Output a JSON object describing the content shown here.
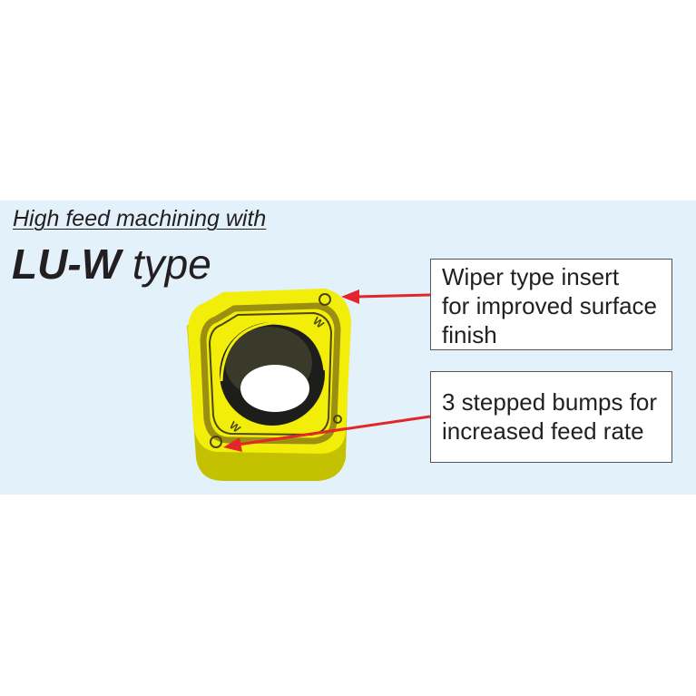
{
  "heading": {
    "subtitle": "High feed machining with",
    "title_bold": "LU-W",
    "title_light": "type"
  },
  "insert": {
    "face_color": "#f2ee0a",
    "edge_color": "#c4c200",
    "hole_color": "#1d1d1b",
    "marks": [
      "W",
      "W"
    ]
  },
  "callouts": [
    {
      "lines": [
        "Wiper type insert",
        "for improved surface",
        "finish"
      ]
    },
    {
      "lines": [
        "3 stepped bumps for",
        "increased feed rate"
      ]
    }
  ],
  "arrow_color": "#e2262b",
  "panel_color": "#e3f1fa"
}
